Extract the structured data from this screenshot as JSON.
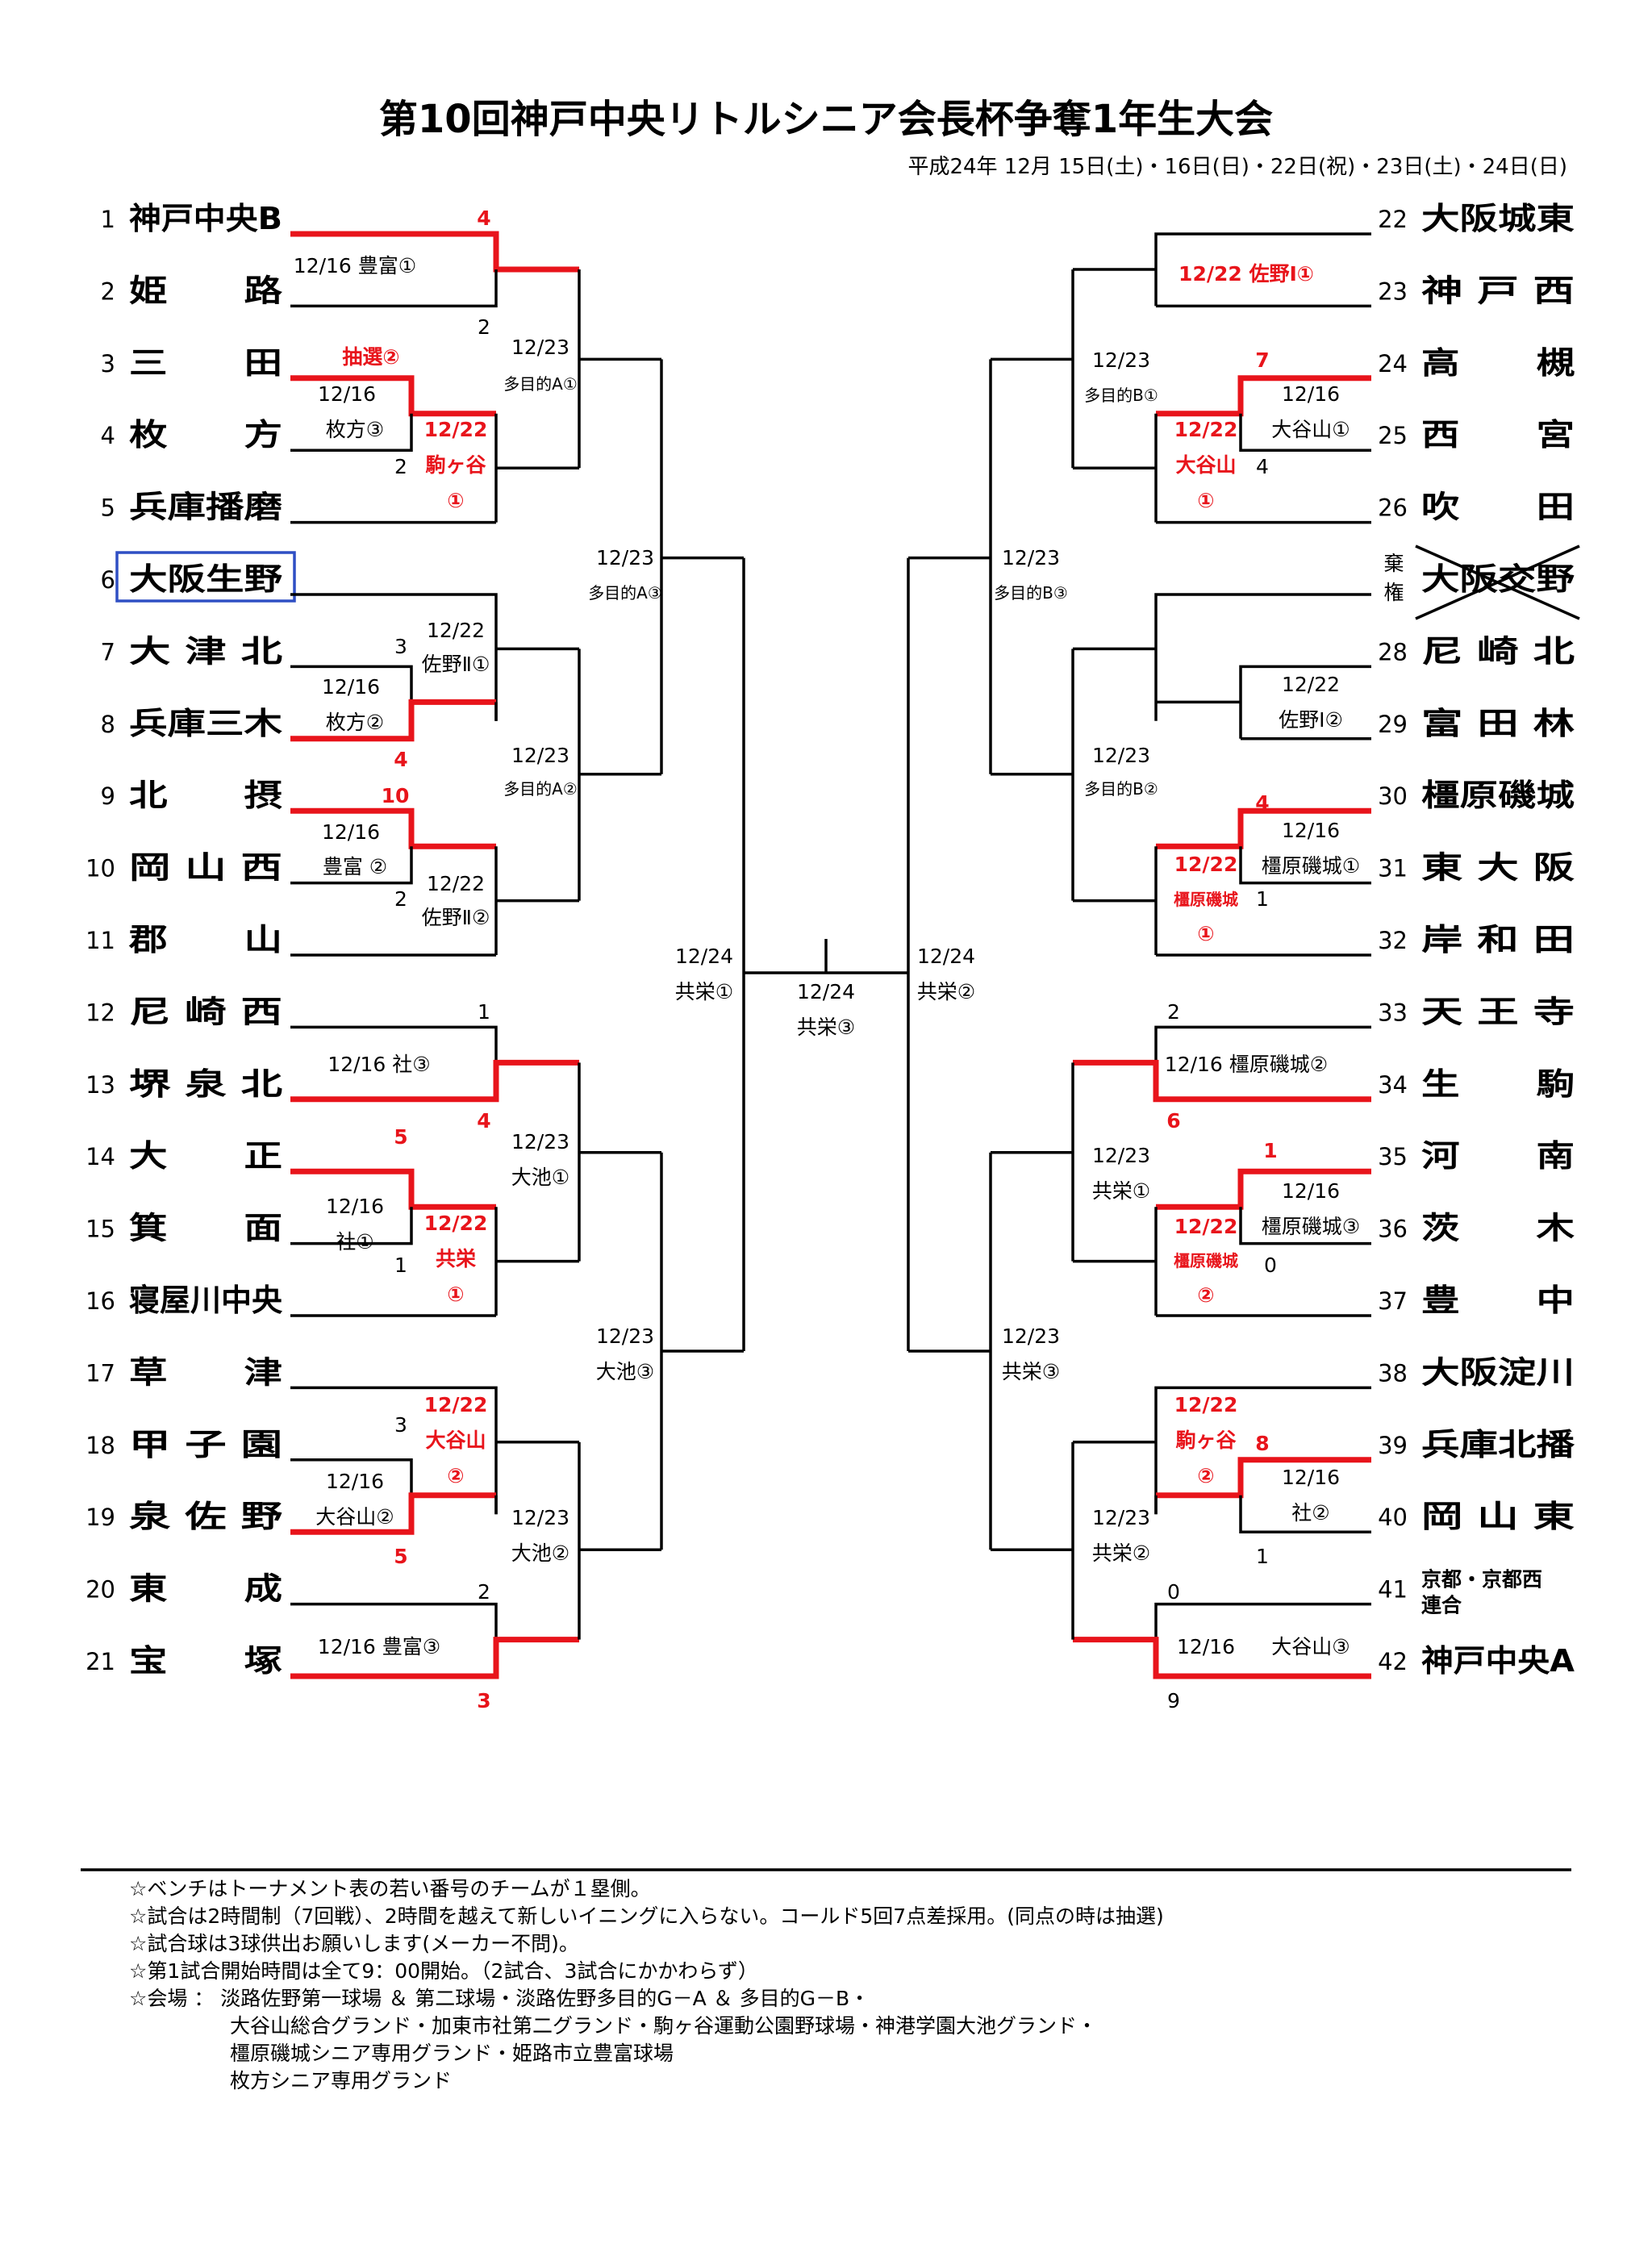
{
  "title": "第10回神戸中央リトルシニア会長杯争奪1年生大会",
  "date_line": "平成24年 12月 15日(土)・16日(日)・22日(祝)・23日(土)・24日(日)",
  "colors": {
    "winner_line": "#e8141b",
    "line": "#000000",
    "highlight_box": "#2f4fc4"
  },
  "left_teams": [
    {
      "no": "1",
      "name": "神戸中央B"
    },
    {
      "no": "2",
      "name": "姫　　路"
    },
    {
      "no": "3",
      "name": "三　　田"
    },
    {
      "no": "4",
      "name": "枚　　方"
    },
    {
      "no": "5",
      "name": "兵庫播磨"
    },
    {
      "no": "6",
      "name": "大阪生野"
    },
    {
      "no": "7",
      "name": "大 津 北"
    },
    {
      "no": "8",
      "name": "兵庫三木"
    },
    {
      "no": "9",
      "name": "北　　摂"
    },
    {
      "no": "10",
      "name": "岡 山 西"
    },
    {
      "no": "11",
      "name": "郡　　山"
    },
    {
      "no": "12",
      "name": "尼 崎 西"
    },
    {
      "no": "13",
      "name": "堺 泉 北"
    },
    {
      "no": "14",
      "name": "大　　正"
    },
    {
      "no": "15",
      "name": "箕　　面"
    },
    {
      "no": "16",
      "name": "寝屋川中央"
    },
    {
      "no": "17",
      "name": "草　　津"
    },
    {
      "no": "18",
      "name": "甲 子 園"
    },
    {
      "no": "19",
      "name": "泉 佐 野"
    },
    {
      "no": "20",
      "name": "東　　成"
    },
    {
      "no": "21",
      "name": "宝　　塚"
    }
  ],
  "right_teams": [
    {
      "no": "22",
      "name": "大阪城東"
    },
    {
      "no": "23",
      "name": "神 戸 西"
    },
    {
      "no": "24",
      "name": "高　　槻"
    },
    {
      "no": "25",
      "name": "西　　宮"
    },
    {
      "no": "26",
      "name": "吹　　田"
    },
    {
      "no": "棄権",
      "name": "大阪交野"
    },
    {
      "no": "28",
      "name": "尼 崎 北"
    },
    {
      "no": "29",
      "name": "富 田 林"
    },
    {
      "no": "30",
      "name": "橿原磯城"
    },
    {
      "no": "31",
      "name": "東 大 阪"
    },
    {
      "no": "32",
      "name": "岸 和 田"
    },
    {
      "no": "33",
      "name": "天 王 寺"
    },
    {
      "no": "34",
      "name": "生　　駒"
    },
    {
      "no": "35",
      "name": "河　　南"
    },
    {
      "no": "36",
      "name": "茨　　木"
    },
    {
      "no": "37",
      "name": "豊　　中"
    },
    {
      "no": "38",
      "name": "大阪淀川"
    },
    {
      "no": "39",
      "name": "兵庫北播"
    },
    {
      "no": "40",
      "name": "岡 山 東"
    },
    {
      "no": "41",
      "name": "京都・京都西\n連合"
    },
    {
      "no": "42",
      "name": "神戸中央A"
    }
  ],
  "labels": [
    {
      "text": "12/16 豊富①",
      "red": false
    },
    {
      "text": "12/16",
      "red": false
    },
    {
      "text": "枚方③",
      "red": false
    },
    {
      "text": "抽選②",
      "red": true
    },
    {
      "text": "12/22",
      "red": true
    },
    {
      "text": "駒ヶ谷",
      "red": true
    },
    {
      "text": "①",
      "red": true
    },
    {
      "text": "12/23",
      "red": false
    },
    {
      "text": "多目的A①",
      "red": false
    },
    {
      "text": "12/23",
      "red": false
    },
    {
      "text": "多目的A③",
      "red": false
    },
    {
      "text": "12/22",
      "red": false
    },
    {
      "text": "佐野Ⅱ①",
      "red": false
    },
    {
      "text": "12/16",
      "red": false
    },
    {
      "text": "枚方②",
      "red": false
    },
    {
      "text": "12/23",
      "red": false
    },
    {
      "text": "多目的A②",
      "red": false
    },
    {
      "text": "12/16",
      "red": false
    },
    {
      "text": "豊富 ②",
      "red": false
    },
    {
      "text": "12/22",
      "red": false
    },
    {
      "text": "佐野Ⅱ②",
      "red": false
    },
    {
      "text": "12/24",
      "red": false
    },
    {
      "text": "共栄①",
      "red": false
    },
    {
      "text": "12/24",
      "red": false
    },
    {
      "text": "共栄③",
      "red": false
    },
    {
      "text": "12/24",
      "red": false
    },
    {
      "text": "共栄②",
      "red": false
    },
    {
      "text": "12/16 社③",
      "red": false
    },
    {
      "text": "12/23",
      "red": false
    },
    {
      "text": "大池①",
      "red": false
    },
    {
      "text": "12/16",
      "red": false
    },
    {
      "text": "社①",
      "red": false
    },
    {
      "text": "12/22",
      "red": true
    },
    {
      "text": "共栄",
      "red": true
    },
    {
      "text": "①",
      "red": true
    },
    {
      "text": "12/23",
      "red": false
    },
    {
      "text": "大池③",
      "red": false
    },
    {
      "text": "12/22",
      "red": true
    },
    {
      "text": "大谷山",
      "red": true
    },
    {
      "text": "②",
      "red": true
    },
    {
      "text": "12/16",
      "red": false
    },
    {
      "text": "大谷山②",
      "red": false
    },
    {
      "text": "12/23",
      "red": false
    },
    {
      "text": "大池②",
      "red": false
    },
    {
      "text": "12/16 豊富③",
      "red": false
    },
    {
      "text": "12/22 佐野Ⅰ①",
      "red": true
    },
    {
      "text": "12/23",
      "red": false
    },
    {
      "text": "多目的B①",
      "red": false
    },
    {
      "text": "12/16",
      "red": false
    },
    {
      "text": "大谷山①",
      "red": false
    },
    {
      "text": "12/22",
      "red": true
    },
    {
      "text": "大谷山",
      "red": true
    },
    {
      "text": "①",
      "red": true
    },
    {
      "text": "12/23",
      "red": false
    },
    {
      "text": "多目的B③",
      "red": false
    },
    {
      "text": "12/22",
      "red": false
    },
    {
      "text": "佐野Ⅰ②",
      "red": false
    },
    {
      "text": "12/23",
      "red": false
    },
    {
      "text": "多目的B②",
      "red": false
    },
    {
      "text": "12/16",
      "red": false
    },
    {
      "text": "橿原磯城①",
      "red": false
    },
    {
      "text": "12/22",
      "red": true
    },
    {
      "text": "橿原磯城",
      "red": true
    },
    {
      "text": "①",
      "red": true
    },
    {
      "text": "12/16 橿原磯城②",
      "red": false
    },
    {
      "text": "12/23",
      "red": false
    },
    {
      "text": "共栄①",
      "red": false
    },
    {
      "text": "12/16",
      "red": false
    },
    {
      "text": "橿原磯城③",
      "red": false
    },
    {
      "text": "12/22",
      "red": true
    },
    {
      "text": "橿原磯城",
      "red": true
    },
    {
      "text": "②",
      "red": true
    },
    {
      "text": "12/23",
      "red": false
    },
    {
      "text": "共栄③",
      "red": false
    },
    {
      "text": "12/22",
      "red": true
    },
    {
      "text": "駒ヶ谷",
      "red": true
    },
    {
      "text": "②",
      "red": true
    },
    {
      "text": "12/16",
      "red": false
    },
    {
      "text": "社②",
      "red": false
    },
    {
      "text": "12/23",
      "red": false
    },
    {
      "text": "共栄②",
      "red": false
    },
    {
      "text": "12/16",
      "red": false
    },
    {
      "text": "大谷山③",
      "red": false
    }
  ],
  "scores": [
    {
      "text": "4",
      "red": true
    },
    {
      "text": "2",
      "red": false
    },
    {
      "text": "2",
      "red": false
    },
    {
      "text": "3",
      "red": false
    },
    {
      "text": "4",
      "red": true
    },
    {
      "text": "10",
      "red": true
    },
    {
      "text": "2",
      "red": false
    },
    {
      "text": "1",
      "red": false
    },
    {
      "text": "4",
      "red": true
    },
    {
      "text": "5",
      "red": true
    },
    {
      "text": "1",
      "red": false
    },
    {
      "text": "3",
      "red": false
    },
    {
      "text": "5",
      "red": true
    },
    {
      "text": "2",
      "red": false
    },
    {
      "text": "3",
      "red": true
    },
    {
      "text": "7",
      "red": true
    },
    {
      "text": "4",
      "red": false
    },
    {
      "text": "4",
      "red": true
    },
    {
      "text": "1",
      "red": false
    },
    {
      "text": "2",
      "red": false
    },
    {
      "text": "6",
      "red": true
    },
    {
      "text": "1",
      "red": true
    },
    {
      "text": "0",
      "red": false
    },
    {
      "text": "8",
      "red": true
    },
    {
      "text": "1",
      "red": false
    },
    {
      "text": "0",
      "red": false
    },
    {
      "text": "9",
      "red": false
    }
  ],
  "notes": [
    "☆ベンチはトーナメント表の若い番号のチームが１塁側。",
    "☆試合は2時間制（7回戦）、2時間を越えて新しいイニングに入らない。コールド5回7点差採用。(同点の時は抽選)",
    "☆試合球は3球供出お願いします(メーカー不問)。",
    "☆第1試合開始時間は全て9：00開始。（2試合、3試合にかかわらず）",
    "☆会場 ： 淡路佐野第一球場 ＆ 第二球場・淡路佐野多目的G－A ＆ 多目的G－B・",
    "　　　　　大谷山総合グランド・加東市社第二グランド・駒ヶ谷運動公園野球場・神港学園大池グランド・",
    "　　　　　橿原磯城シニア専用グランド・姫路市立豊富球場",
    "　　　　　枚方シニア専用グランド"
  ]
}
